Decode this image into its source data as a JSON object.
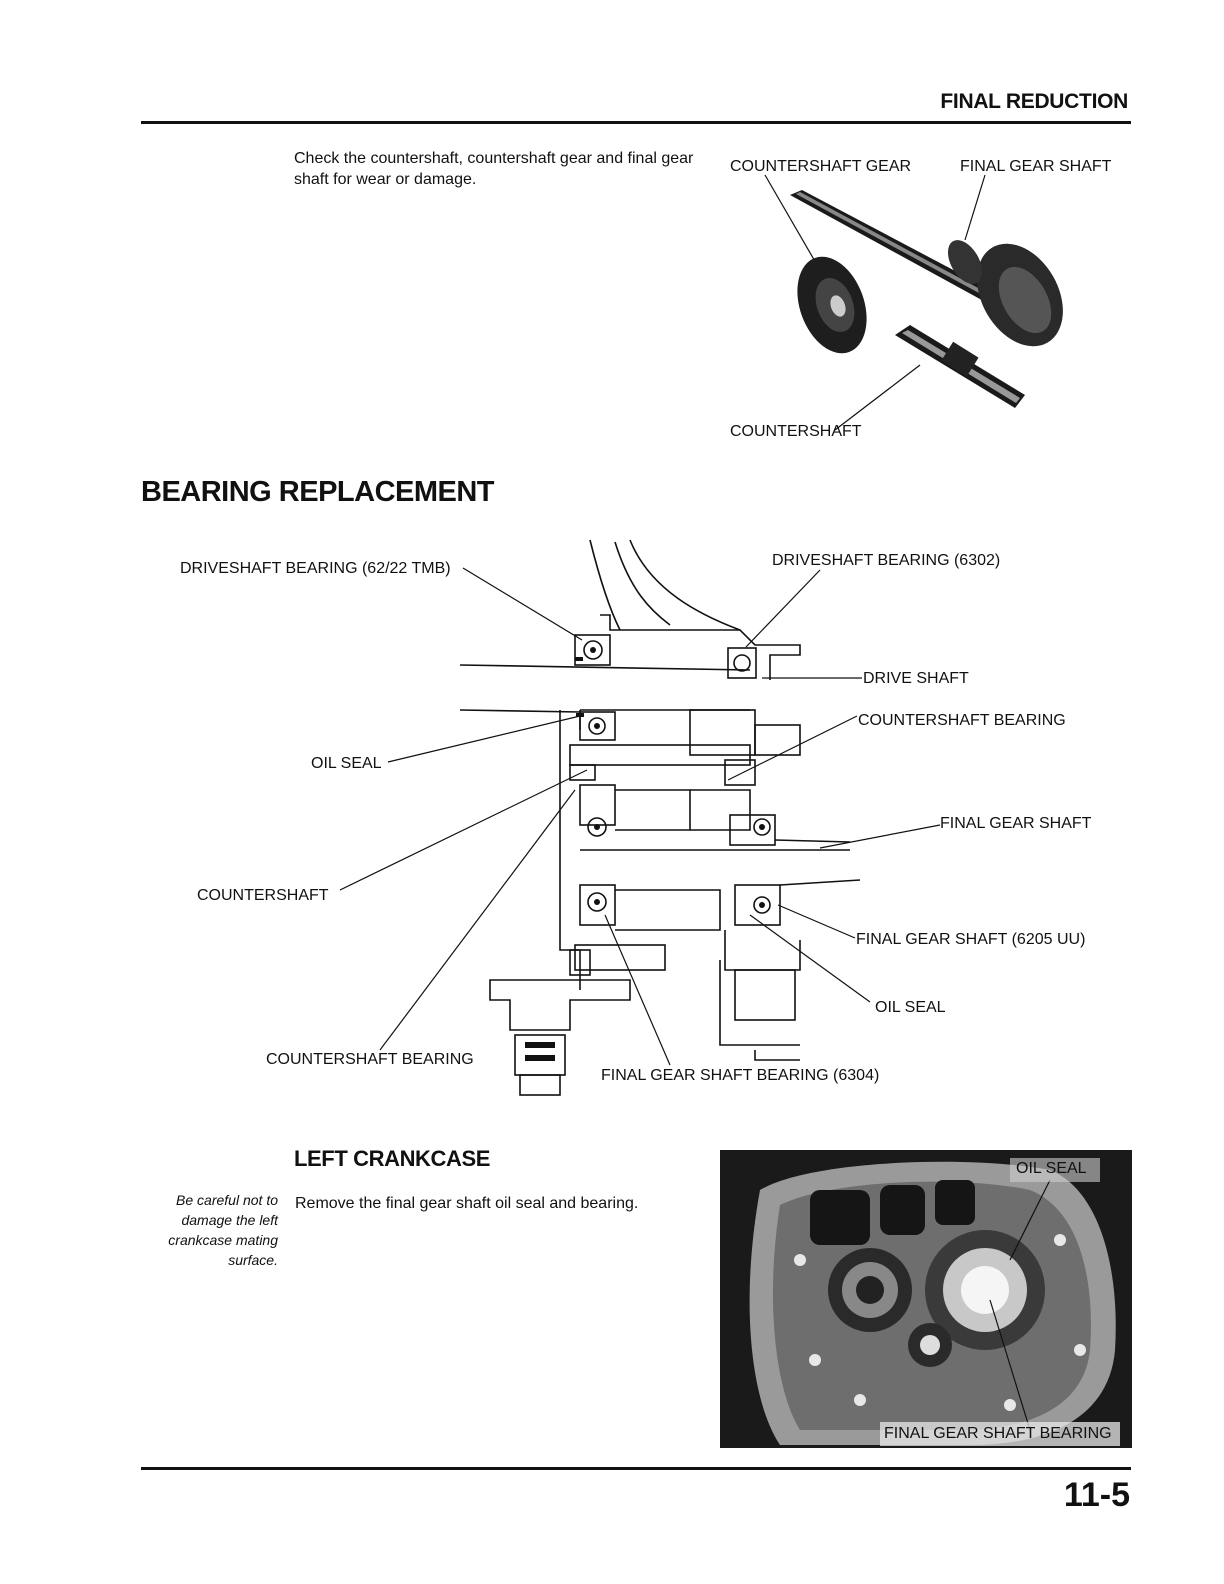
{
  "header": {
    "section_title": "FINAL REDUCTION"
  },
  "intro": {
    "text": "Check the countershaft, countershaft gear and final gear shaft for wear or damage."
  },
  "shaft_figure": {
    "labels": {
      "countershaft_gear": "COUNTERSHAFT GEAR",
      "final_gear_shaft": "FINAL GEAR SHAFT",
      "countershaft": "COUNTERSHAFT"
    }
  },
  "bearing_section": {
    "title": "BEARING REPLACEMENT",
    "diagram_labels": {
      "driveshaft_bearing_left": "DRIVESHAFT BEARING (62/22 TMB)",
      "driveshaft_bearing_right": "DRIVESHAFT BEARING (6302)",
      "drive_shaft": "DRIVE SHAFT",
      "countershaft_bearing_right": "COUNTERSHAFT BEARING",
      "oil_seal_left": "OIL SEAL",
      "final_gear_shaft": "FINAL GEAR SHAFT",
      "countershaft": "COUNTERSHAFT",
      "final_gear_shaft_6205": "FINAL GEAR SHAFT (6205 UU)",
      "oil_seal_right": "OIL SEAL",
      "countershaft_bearing_bottom": "COUNTERSHAFT BEARING",
      "final_gear_shaft_bearing_6304": "FINAL GEAR SHAFT BEARING (6304)"
    }
  },
  "left_crankcase": {
    "title": "LEFT CRANKCASE",
    "note": "Be careful not to damage the left crankcase mating surface.",
    "instruction": "Remove the final gear shaft oil seal and bearing.",
    "photo_labels": {
      "oil_seal": "OIL SEAL",
      "final_gear_shaft_bearing": "FINAL GEAR SHAFT BEARING"
    }
  },
  "footer": {
    "page_number": "11-5"
  }
}
